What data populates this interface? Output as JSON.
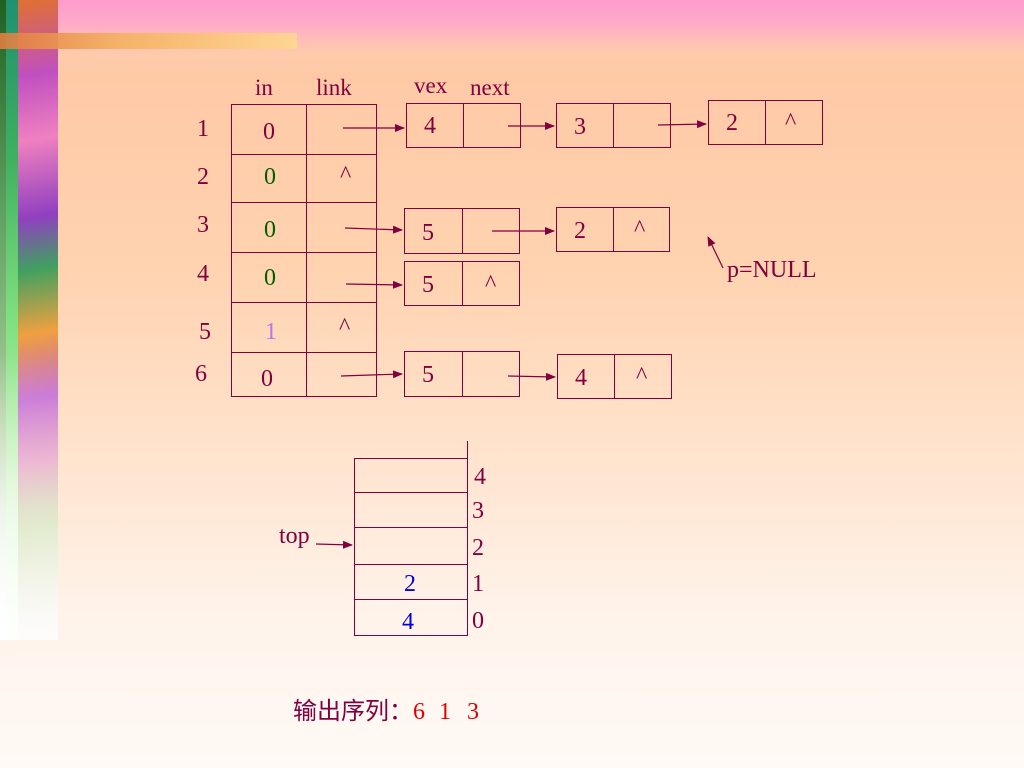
{
  "headers": {
    "in": "in",
    "link": "link",
    "vex": "vex",
    "next": "next"
  },
  "vertex_rows": [
    {
      "index": "1",
      "in": "0",
      "link": ""
    },
    {
      "index": "2",
      "in": "0",
      "link": "^"
    },
    {
      "index": "3",
      "in": "0",
      "link": ""
    },
    {
      "index": "4",
      "in": "0",
      "link": ""
    },
    {
      "index": "5",
      "in": "1",
      "link": "^"
    },
    {
      "index": "6",
      "in": "0",
      "link": ""
    }
  ],
  "edge_lists": [
    [
      {
        "vex": "4",
        "next": ""
      },
      {
        "vex": "3",
        "next": ""
      },
      {
        "vex": "2",
        "next": "^"
      }
    ],
    [
      {
        "vex": "5",
        "next": ""
      },
      {
        "vex": "2",
        "next": "^"
      }
    ],
    [
      {
        "vex": "5",
        "next": "^"
      }
    ],
    [
      {
        "vex": "5",
        "next": ""
      },
      {
        "vex": "4",
        "next": "^"
      }
    ]
  ],
  "p_label": "p=NULL",
  "stack": {
    "top_label": "top",
    "indices": [
      "4",
      "3",
      "2",
      "1",
      "0"
    ],
    "values": [
      "",
      "",
      "",
      "2",
      "4"
    ]
  },
  "output": {
    "label": "输出序列：",
    "values": [
      "6",
      "1",
      "3"
    ]
  },
  "colors": {
    "main": "#800040",
    "in_zero": "#006000",
    "in_one": "#c070f0",
    "stack_values": "#0000e0",
    "output_values": "#e00000"
  }
}
